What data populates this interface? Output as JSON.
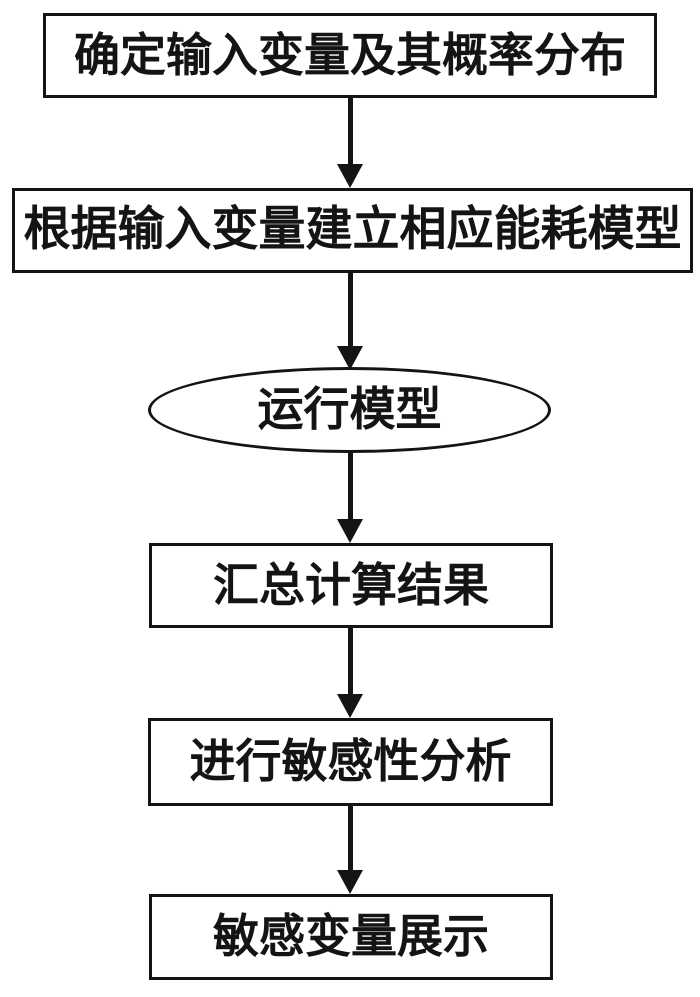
{
  "diagram": {
    "type": "flowchart",
    "direction": "top-down",
    "colors": {
      "stroke": "#141414",
      "node_fill": "#ffffff",
      "text": "#141414",
      "background": "#ffffff"
    },
    "nodes": [
      {
        "id": "step-1",
        "shape": "rectangle",
        "label": "确定输入变量及其概率分布"
      },
      {
        "id": "step-2",
        "shape": "rectangle",
        "label": "根据输入变量建立相应能耗模型"
      },
      {
        "id": "step-3",
        "shape": "ellipse",
        "label": "运行模型"
      },
      {
        "id": "step-4",
        "shape": "rectangle",
        "label": "汇总计算结果"
      },
      {
        "id": "step-5",
        "shape": "rectangle",
        "label": "进行敏感性分析"
      },
      {
        "id": "step-6",
        "shape": "rectangle",
        "label": "敏感变量展示"
      }
    ],
    "edges": [
      {
        "from": "step-1",
        "to": "step-2",
        "style": "arrow-down"
      },
      {
        "from": "step-2",
        "to": "step-3",
        "style": "arrow-down"
      },
      {
        "from": "step-3",
        "to": "step-4",
        "style": "arrow-down"
      },
      {
        "from": "step-4",
        "to": "step-5",
        "style": "arrow-down"
      },
      {
        "from": "step-5",
        "to": "step-6",
        "style": "arrow-down"
      }
    ]
  }
}
